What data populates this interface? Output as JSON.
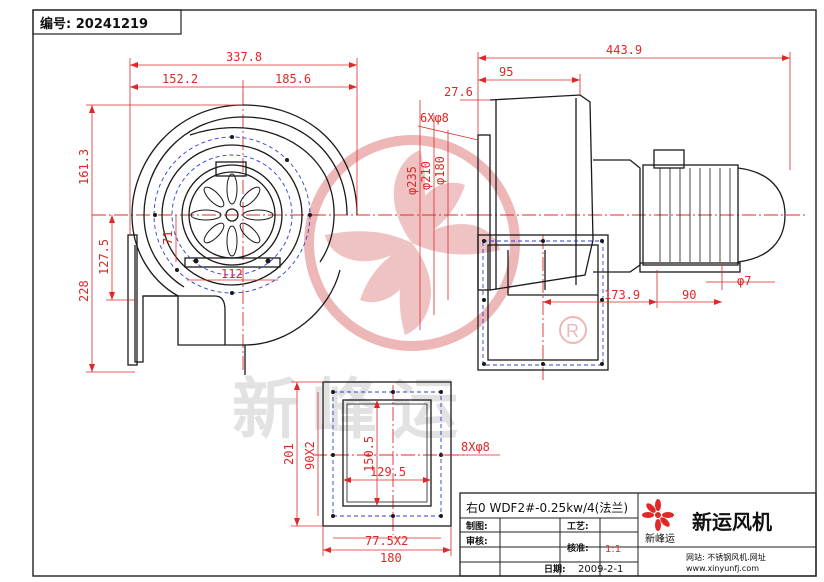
{
  "drawing_number": "编号: 20241219",
  "dimensions": {
    "overall_width": "337.8",
    "left_part": "152.2",
    "right_part": "185.6",
    "height_upper": "161.3",
    "height_outlet": "127.5",
    "height_total": "228",
    "motor_gap": "71",
    "foot_width": "112",
    "total_length": "443.9",
    "housing_depth": "95",
    "flange_thickness": "27.6",
    "bolt_holes_inlet": "6Xφ8",
    "dia_235": "φ235",
    "dia_210": "φ210",
    "dia_180": "φ180",
    "motor_base": "173.9",
    "motor_foot": "90",
    "foot_hole": "φ7",
    "flange_height": "201",
    "flange_pitch_v": "90X2",
    "flange_inner_h": "150.5",
    "flange_inner_w": "129.5",
    "bolt_holes_outlet": "8Xφ8",
    "flange_pitch_h": "77.5X2",
    "flange_width": "180"
  },
  "watermark": {
    "text": "新峰运",
    "registered_mark": "R"
  },
  "title_block": {
    "model": "右0 WDF2#-0.25kw/4(法兰)",
    "row_draw": "制图:",
    "row_review": "审核:",
    "row_date": "日期:",
    "craft": "工艺:",
    "scale_label": "核准:",
    "scale_value": "1:1",
    "date_value": "2009-2-1",
    "company_name": "新运风机",
    "logo_text": "新峰运",
    "website_line": "网站: 不锈钢风机.网址",
    "website_url": "www.xinyunfj.com"
  },
  "colors": {
    "outline": "#1a1a1a",
    "dimension": "#e02828",
    "center_line": "#e02828",
    "hidden_line": "#2a3fd0",
    "watermark": "#e8a0a0"
  }
}
